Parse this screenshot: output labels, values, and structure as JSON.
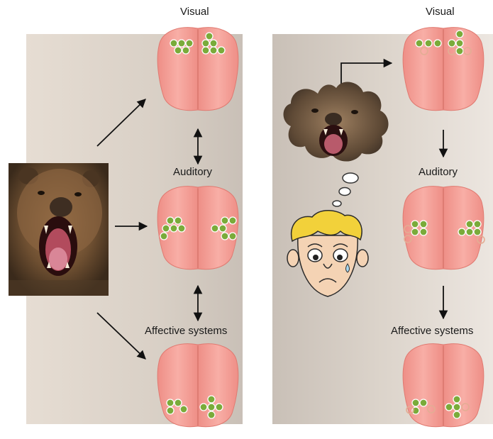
{
  "left_panel": {
    "labels": {
      "visual": "Visual",
      "auditory": "Auditory",
      "affective": "Affective systems"
    },
    "photo": "bear-photo"
  },
  "right_panel": {
    "labels": {
      "visual": "Visual",
      "auditory": "Auditory",
      "affective": "Affective systems"
    },
    "thought_bubble": "bear-thought-bubble",
    "face": "worried-boy-face"
  },
  "colors": {
    "panel_bg": "#e2dbd3",
    "brain_fill": "#f4a199",
    "brain_edge": "#e27b72",
    "node_green": "#7cab3a",
    "node_faded": "#e6b198",
    "arrow": "#111111"
  }
}
